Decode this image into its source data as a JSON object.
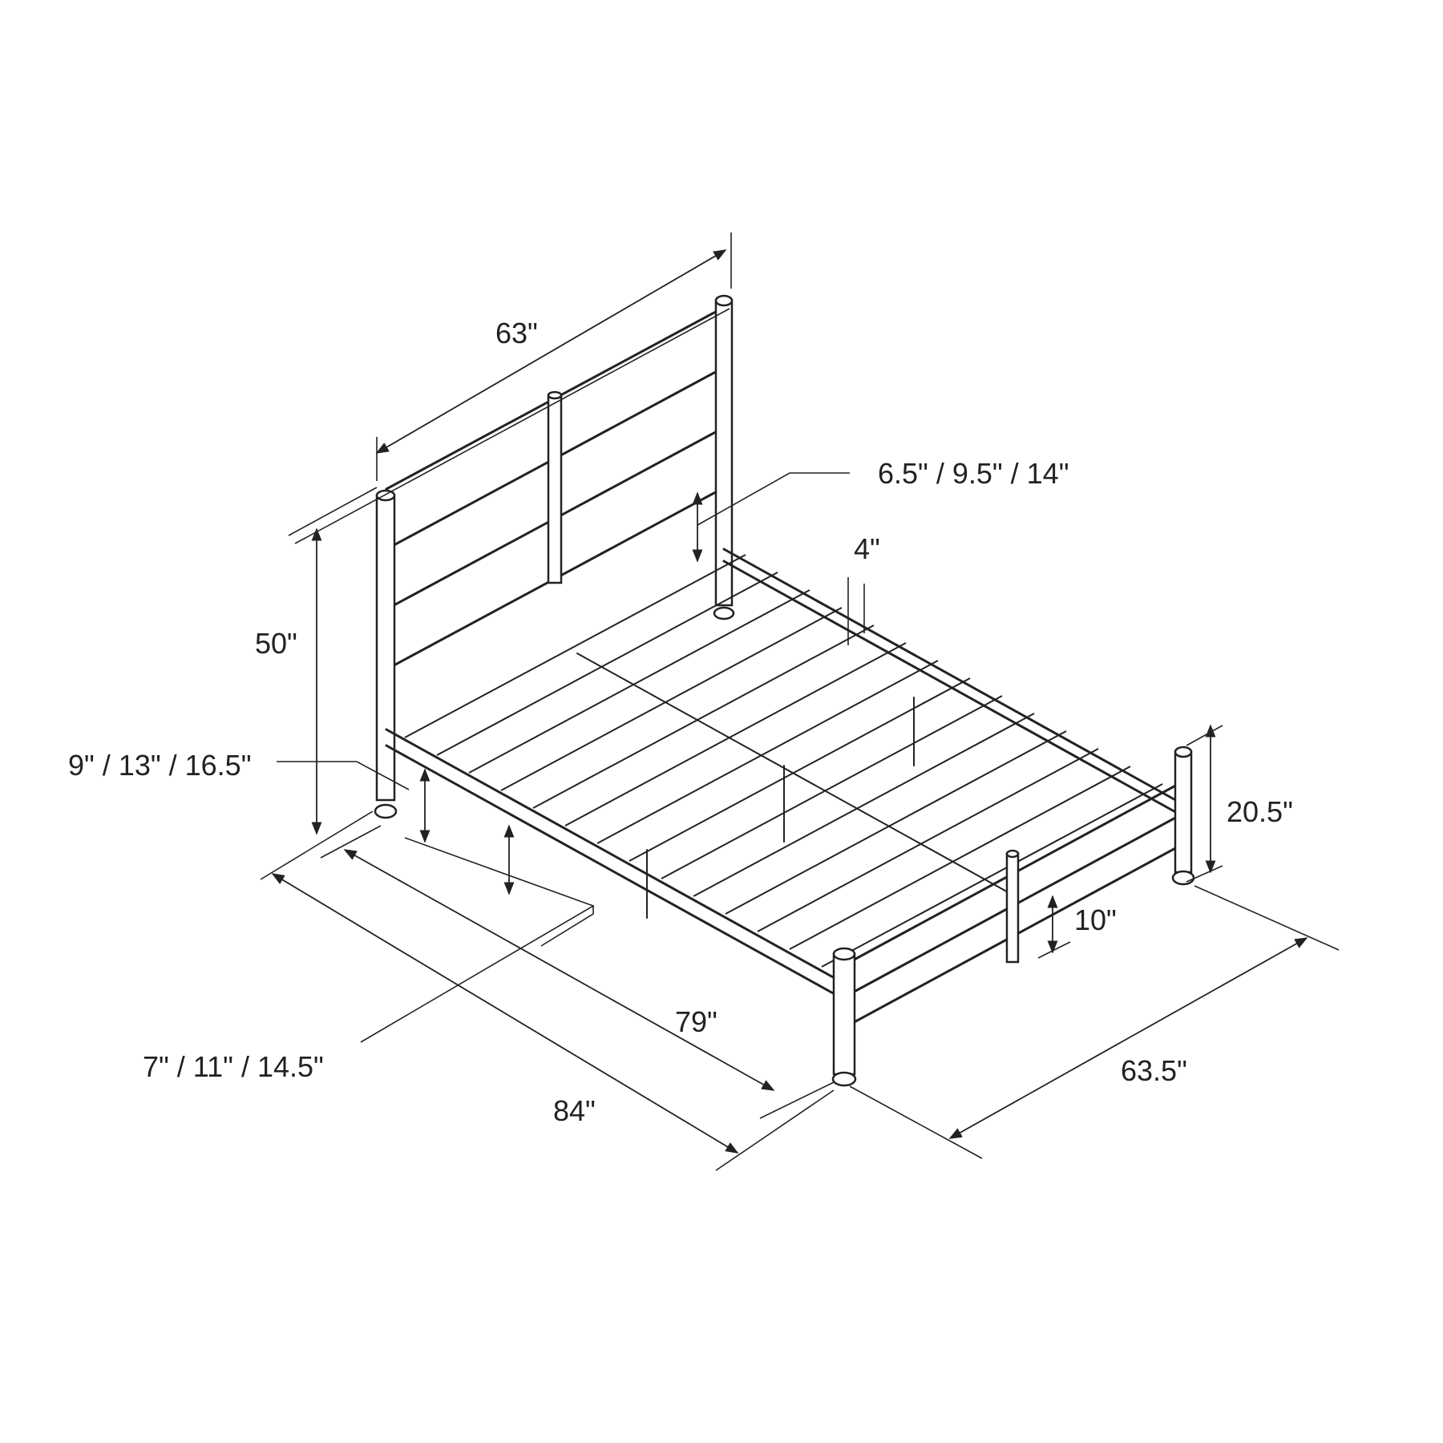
{
  "dimensions": {
    "headboard_width": "63\"",
    "headboard_height": "50\"",
    "side_rail_heights": "9\" / 13\" / 16.5\"",
    "slat_clearance_heights": "6.5\" / 9.5\" / 14\"",
    "slat_spacing": "4\"",
    "footboard_height": "20.5\"",
    "footboard_bottom_clearance": "10\"",
    "under_bed_heights": "7\" / 11\" / 14.5\"",
    "inner_length": "79\"",
    "overall_length": "84\"",
    "overall_width": "63.5\""
  },
  "colors": {
    "line": "#222222",
    "background": "#ffffff"
  }
}
